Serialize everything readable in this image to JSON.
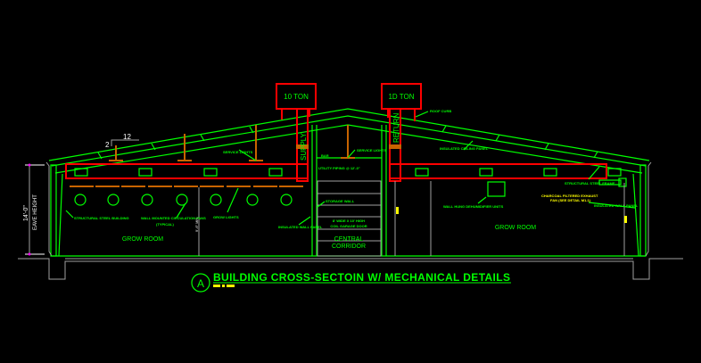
{
  "title": {
    "marker": "A",
    "text": "BUILDING CROSS-SECTOIN W/ MECHANICAL DETAILS"
  },
  "hvac_units": [
    {
      "capacity": "10 TON",
      "duct": "SUPPLY"
    },
    {
      "capacity": "1D TON",
      "duct": "RETURN"
    }
  ],
  "roof_slope": {
    "rise": "2",
    "run": "12"
  },
  "eave_dimension": {
    "value": "14'-0\"",
    "label": "EAVE HEIGHT"
  },
  "min_height": "9'-6\" MIN",
  "rooms": {
    "left": "GROW ROOM",
    "right": "GROW ROOM",
    "corridor_line1": "CENTRAL",
    "corridor_line2": "CORRIDOR"
  },
  "labels": {
    "structural_steel_building": "STRUCTURAL STEEL BUILDING",
    "circulation_fans": "WALL MOUNTED CIRCULATION FANS",
    "typical": "(TYPICAL)",
    "grow_lights": "GROW LIGHTS",
    "insulated_wall_panel_left": "INSULATED WALL PANEL",
    "service_lights_left": "SERVICE LIGHTS",
    "service_lights_corridor": "SERVICE LIGHTS",
    "bar": "BAR",
    "utility_piping": "UTILITY PIPING @ 12'-0\"",
    "storage_wall": "STORAGE WALL",
    "door_line1": "8' WIDE X 10' HIGH",
    "door_line2": "COIL GARAGE DOOR",
    "insulated_ceiling_panel": "INSULATED CEILING PANEL",
    "roof_curb": "ROOF CURB",
    "dehumidifier": "WALL HUNG DEHUMIDIFIER UNITS",
    "structural_steel_frame": "STRUCTURAL STEEL FRAME",
    "exhaust_line1": "CHARCOAL FILTERED EXHAUST",
    "exhaust_line2": "FAN (SEE DETAIL M1.1)",
    "insulated_wall_panel_right": "INSULATED WALL PANEL"
  }
}
